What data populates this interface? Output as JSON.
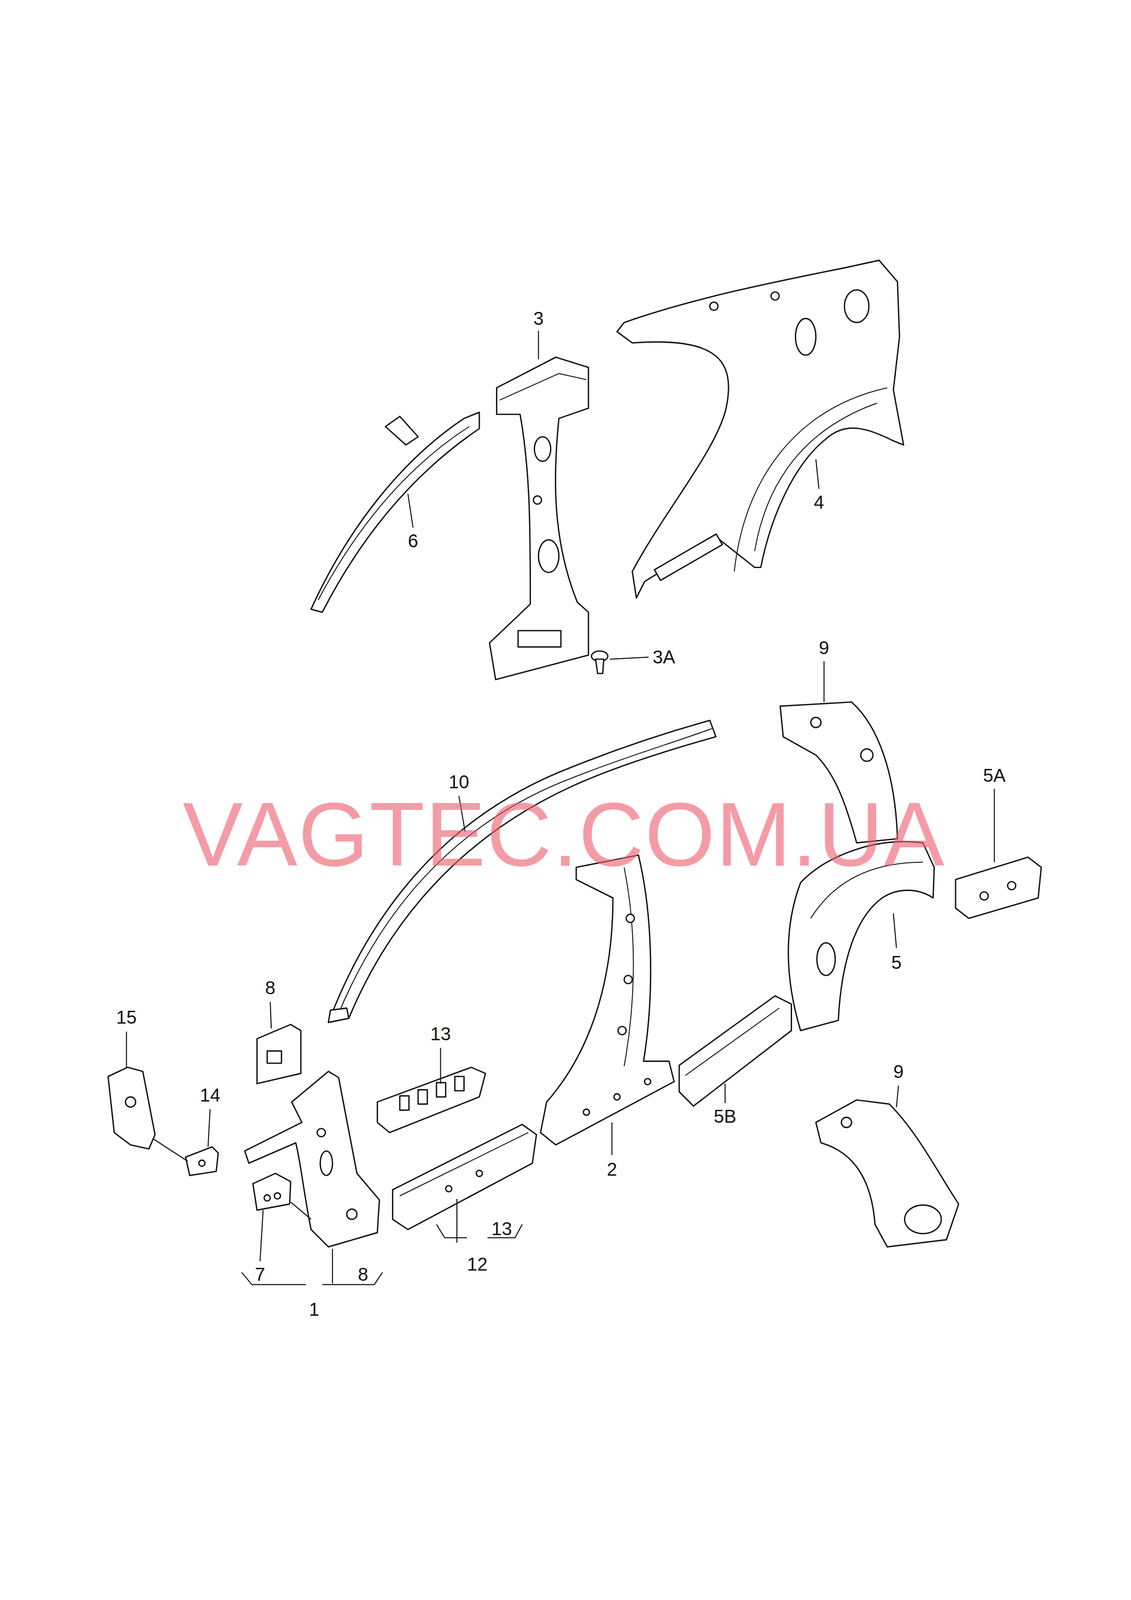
{
  "diagram": {
    "labels": [
      "3",
      "6",
      "4",
      "3A",
      "9",
      "10",
      "VAGTEC.COM.UA",
      "5A",
      "8",
      "5",
      "15",
      "13",
      "14",
      "2",
      "5B",
      "9",
      "7",
      "8",
      "12",
      "13",
      "1"
    ]
  }
}
